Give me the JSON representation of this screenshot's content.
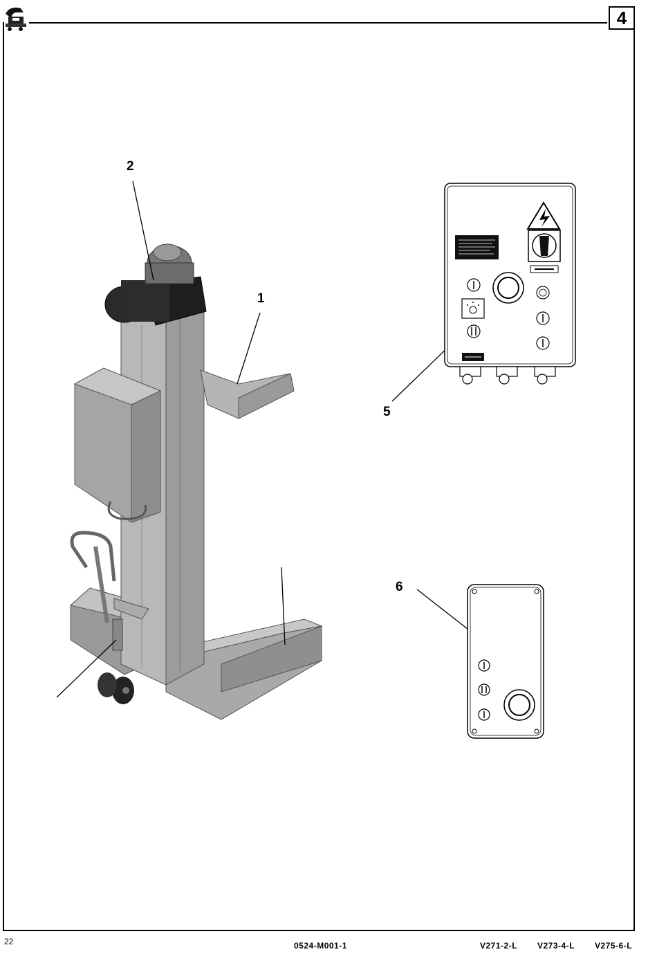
{
  "header": {
    "chapter_number": "4",
    "logo_icon": "lift-brand-logo-icon"
  },
  "figure": {
    "callouts": {
      "c1": "1",
      "c2": "2",
      "c5": "5",
      "c6": "6"
    },
    "icons": [
      "mobile-column-lift-illustration",
      "main-control-box-illustration",
      "auxiliary-control-box-illustration",
      "electrical-hazard-warning-icon",
      "main-switch-knob-icon",
      "emergency-stop-button-icon"
    ]
  },
  "footer": {
    "page_number": "22",
    "document_code": "0524-M001-1",
    "models": [
      "V271-2-L",
      "V273-4-L",
      "V275-6-L"
    ]
  }
}
